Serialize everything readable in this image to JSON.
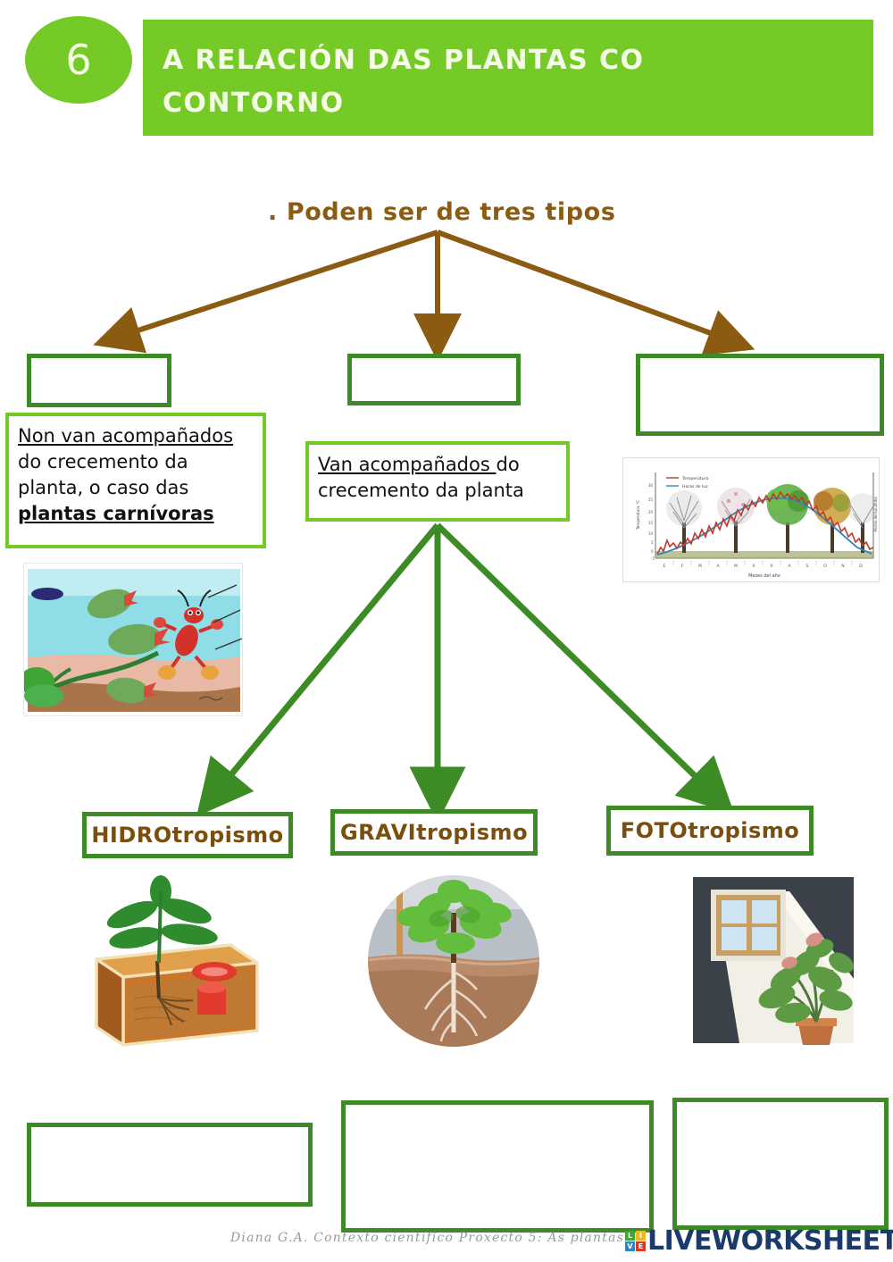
{
  "header": {
    "number": "6",
    "title": "A RELACIÓN DAS PLANTAS CO CONTORNO",
    "title_line1": "A RELACIÓN DAS PLANTAS CO",
    "title_line2": "CONTORNO",
    "badge_color": "#76CA28",
    "bar_color": "#76CA28",
    "title_color": "#F4FBE6"
  },
  "subtitle": ". Poden ser de tres tipos",
  "colors": {
    "dark_green": "#3D8B25",
    "lime_green": "#76CA28",
    "brown_arrow": "#8A5B10",
    "brown_text": "#7A4E0C"
  },
  "answer_boxes": {
    "top_left": "",
    "top_middle": "",
    "top_right": "",
    "bottom_left": "",
    "bottom_middle": "",
    "bottom_right": ""
  },
  "definitions": {
    "left": {
      "line1": "Non van acompañados",
      "line2": "do crecemento da",
      "line3": "planta, o caso das",
      "line4": "plantas carnívoras"
    },
    "middle": {
      "line1": "Van acompañados ",
      "line1b": "do",
      "line2": "crecemento da planta"
    }
  },
  "tropisms": [
    {
      "prefix": "HIDRO",
      "suffix": "tropismo",
      "label": "HIDROtropismo"
    },
    {
      "prefix": "GRAVI",
      "suffix": "tropismo",
      "label": "GRAVItropismo"
    },
    {
      "prefix": "FOTO",
      "suffix": "tropismo",
      "label": "FOTOtropismo"
    }
  ],
  "images": {
    "carnivorous": "venus-flytrap-and-ant-cartoon",
    "seasons_chart": "seasonal-temperature-and-daylight-chart",
    "hydrotropism": "roots-growing-toward-water-in-soil-box",
    "gravitropism": "roots-growing-downward-in-pot",
    "phototropism": "plant-leaning-toward-window-light"
  },
  "chart_data": {
    "type": "line",
    "title": "",
    "xlabel": "Meses del año",
    "ylabel": "Temperatura °C",
    "y2label": "Horas de luz al día",
    "categories": [
      "E",
      "F",
      "M",
      "A",
      "M",
      "X",
      "X",
      "A",
      "S",
      "O",
      "N",
      "D"
    ],
    "ylim": [
      -5,
      35
    ],
    "grid": false,
    "legend_position": "top-left",
    "series": [
      {
        "name": "Temperatura",
        "color": "#C0392B",
        "values": [
          2,
          5,
          10,
          14,
          19,
          25,
          29,
          28,
          22,
          15,
          8,
          3
        ]
      },
      {
        "name": "Horas de luz",
        "color": "#2E86C1",
        "values": [
          -2,
          2,
          7,
          13,
          19,
          23,
          24,
          21,
          15,
          9,
          3,
          -1
        ]
      }
    ]
  },
  "footer": {
    "credit": "Diana G.A. Contexto científico    Proxecto 5: As plantas",
    "brand": "LIVEWORKSHEETS",
    "tiles": [
      {
        "letter": "L",
        "color": "#3FA535"
      },
      {
        "letter": "I",
        "color": "#E9B824"
      },
      {
        "letter": "V",
        "color": "#2E86C1"
      },
      {
        "letter": "E",
        "color": "#D9382B"
      }
    ]
  }
}
